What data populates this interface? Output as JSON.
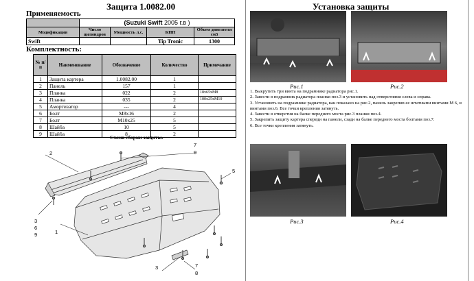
{
  "title": "Защита 1.0082.00",
  "applicability": {
    "heading": "Применяемость",
    "model_brand": "Suzuki Swift",
    "model_year": " 2005 г.в )",
    "columns": [
      "Модификация",
      "Число цилиндров",
      "Мощность л.с.",
      "КПП",
      "Объем двигателя см3"
    ],
    "row": [
      "Swift",
      "",
      "",
      "Tip Tronic",
      "1300"
    ]
  },
  "kit": {
    "heading": "Комплектность:",
    "columns": [
      "№ п/п",
      "Наименование",
      "Обозначение",
      "Количество",
      "Примечание"
    ],
    "rows": [
      [
        "1",
        "Защита картера",
        "1.0082.00",
        "1",
        ""
      ],
      [
        "2",
        "Панель",
        "157",
        "1",
        ""
      ],
      [
        "3",
        "Планка",
        "022",
        "2",
        "18х65хМ8"
      ],
      [
        "4",
        "Планка",
        "035",
        "2",
        "100х25хМ10"
      ],
      [
        "5",
        "Амортизатор",
        "---",
        "4",
        ""
      ],
      [
        "6",
        "Болт",
        "М8х16",
        "2",
        ""
      ],
      [
        "7",
        "Болт",
        "М10х25",
        "5",
        ""
      ],
      [
        "8",
        "Шайба",
        "10",
        "5",
        ""
      ],
      [
        "9",
        "Шайба",
        "8",
        "2",
        ""
      ]
    ]
  },
  "scheme_title": "Схема сборки защиты.",
  "callouts": {
    "c1": "1",
    "c2": "2",
    "c3a": "3",
    "c6": "6",
    "c9a": "9",
    "c7a": "7",
    "c9b": "9",
    "c5": "5",
    "c3b": "3",
    "c7b": "7",
    "c8": "8"
  },
  "install": {
    "heading": "Установка защиты",
    "captions": [
      "Рис.1",
      "Рис.2",
      "Рис.3",
      "Рис.4"
    ],
    "steps": [
      "1. Выкрутить три винта на подрамнике радиатора рис.1.",
      "2. Завести в подрамник радиатора планки поз.3  и установить над отверстиями слева и справа.",
      "3. Установить на подрамнике радиатора, как показано на рис.2, панель закрепив ее штатными винтами М 6, и винтами поз.6. Все точки крепления затянуть.",
      "4. Завести в отверстия на балке переднего моста рис.3  планки поз.4.",
      "5. Закрепить защиту картера спереди на панели, сзади на балке переднего моста болтами поз.7.",
      "6. Все точки крепления затянуть."
    ]
  }
}
